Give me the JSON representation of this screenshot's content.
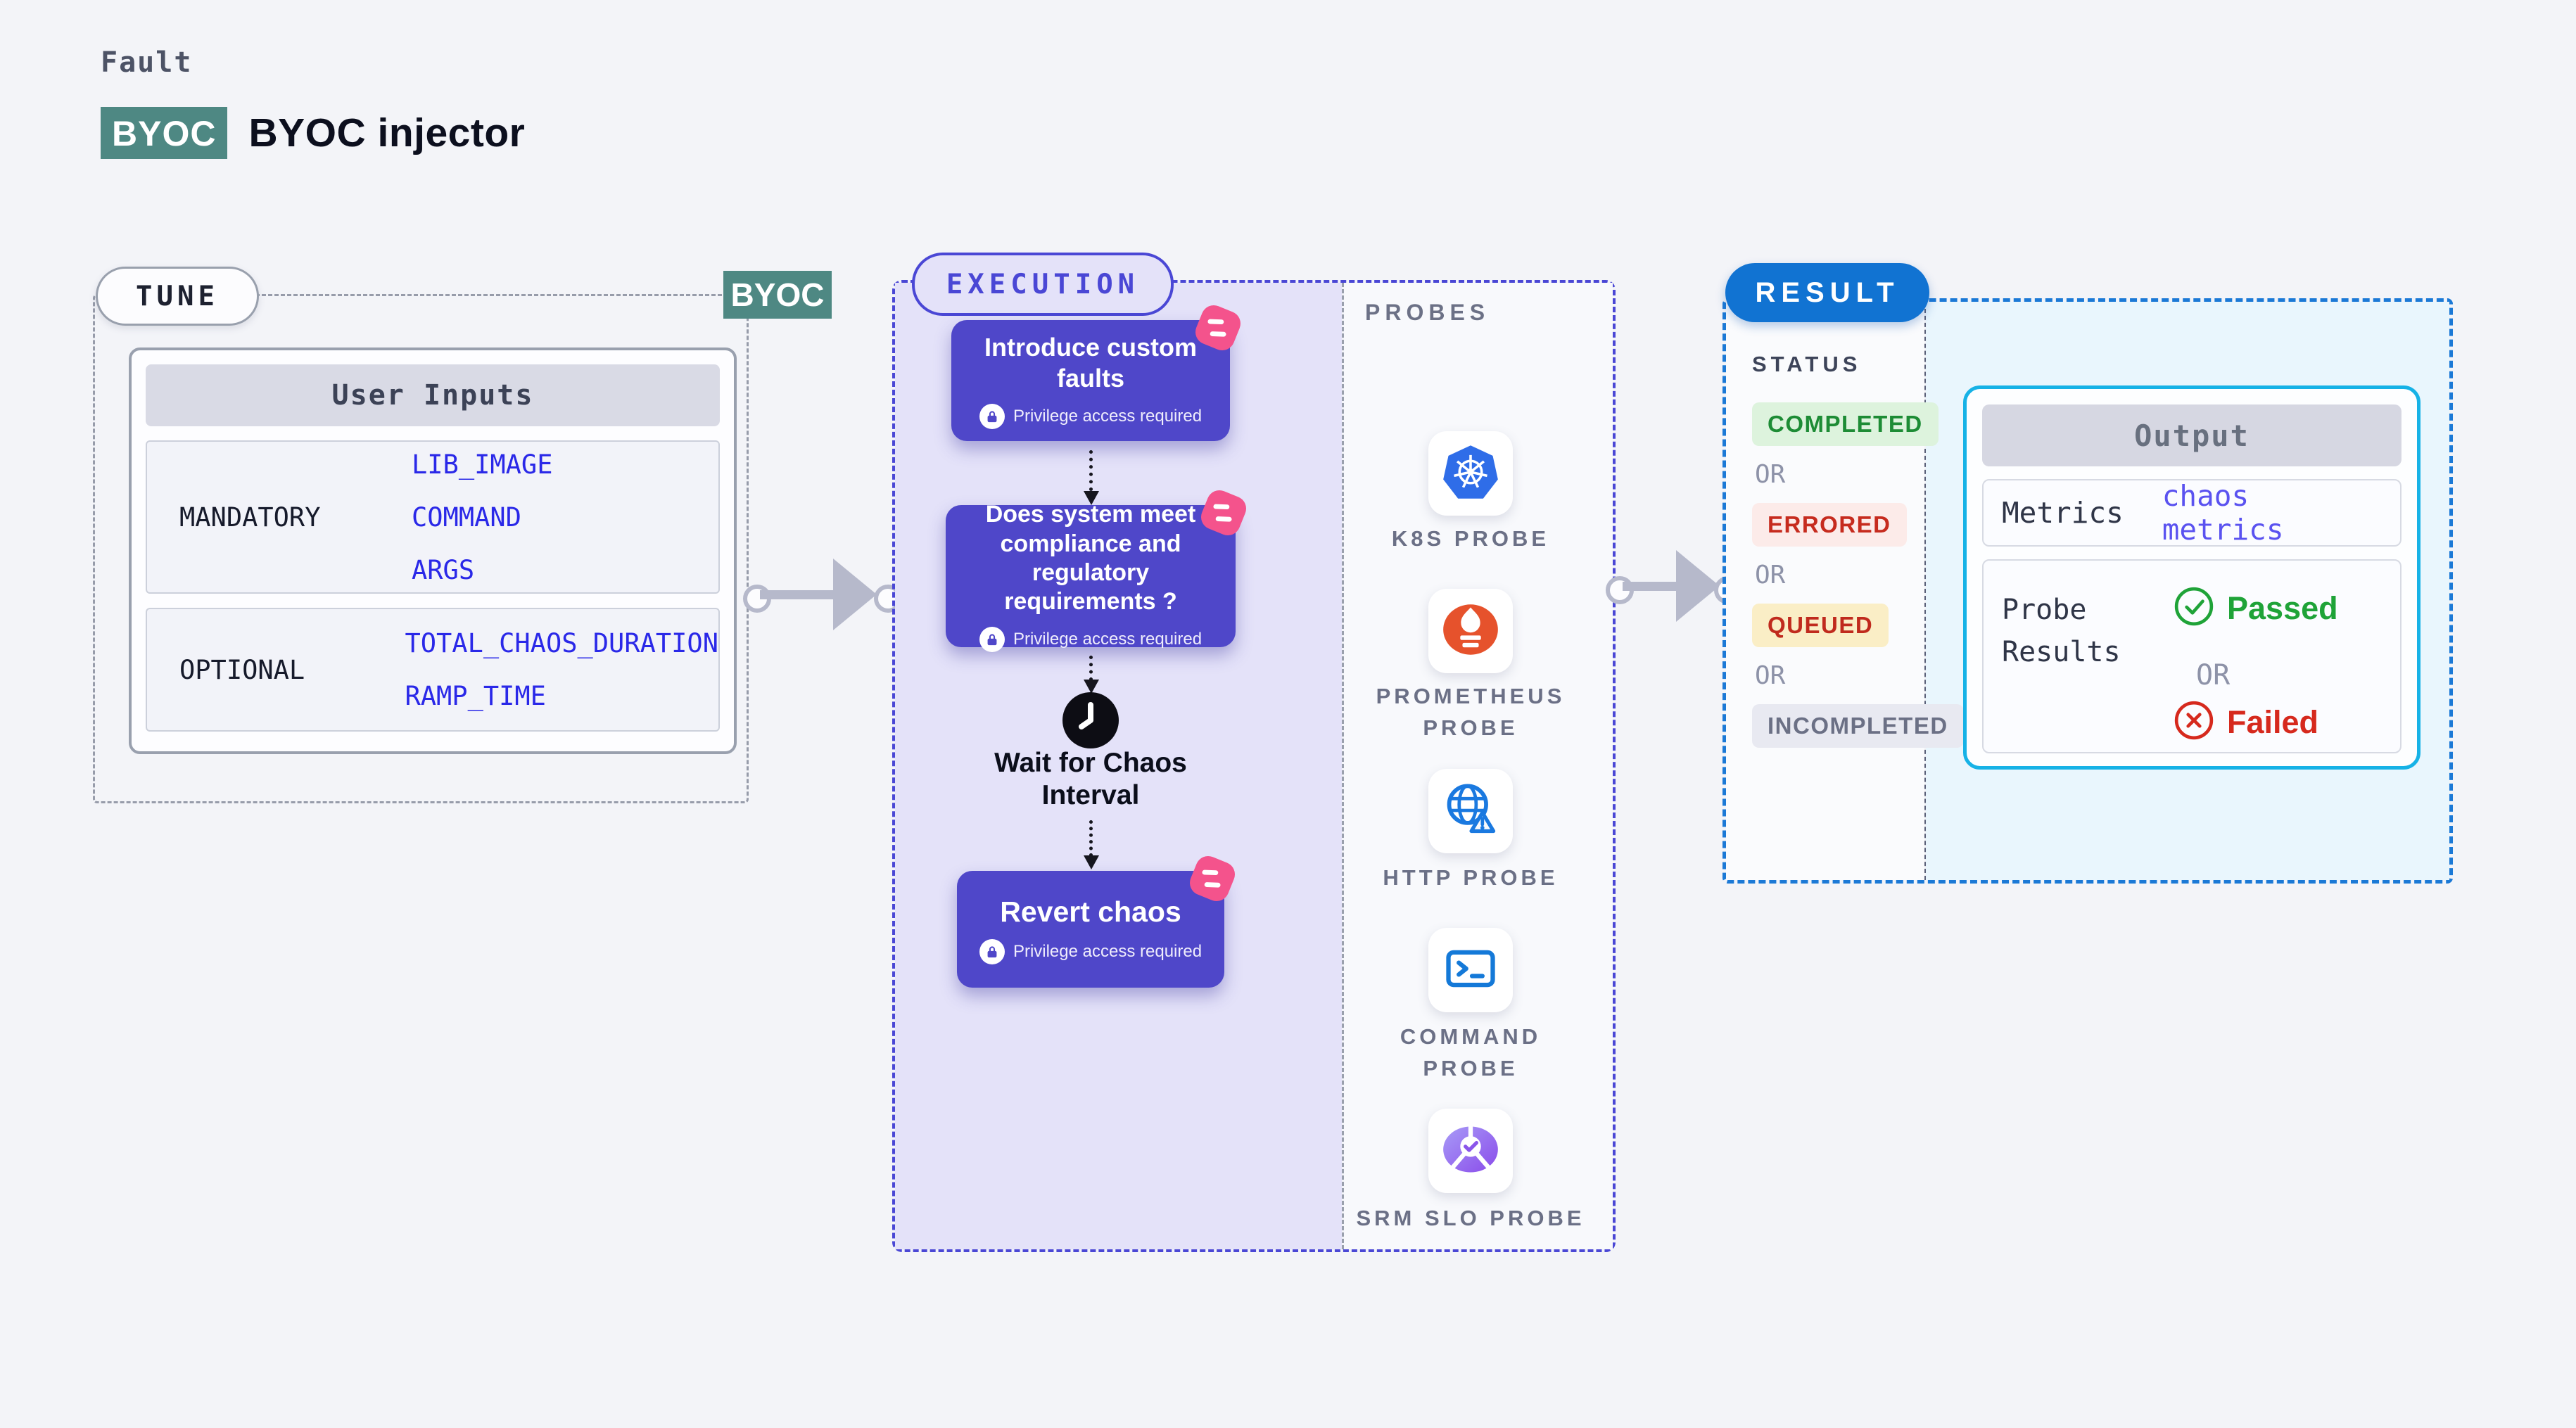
{
  "header": {
    "eyebrow": "Fault",
    "badge": "BYOC",
    "title": "BYOC injector"
  },
  "tune": {
    "label": "TUNE",
    "corner_badge": "BYOC",
    "card_title": "User Inputs",
    "rows": [
      {
        "name": "MANDATORY",
        "values": [
          "LIB_IMAGE",
          "COMMAND",
          "ARGS"
        ]
      },
      {
        "name": "OPTIONAL",
        "values": [
          "TOTAL_CHAOS_DURATION",
          "RAMP_TIME"
        ]
      }
    ]
  },
  "execution": {
    "label": "EXECUTION",
    "privilege_note": "Privilege access required",
    "nodes": [
      {
        "title": "Introduce custom faults"
      },
      {
        "title": "Does system meet compliance and regulatory requirements ?"
      },
      {
        "title": "Wait for Chaos Interval"
      },
      {
        "title": "Revert chaos"
      }
    ]
  },
  "probes": {
    "label": "PROBES",
    "items": [
      {
        "label": "K8S PROBE",
        "icon": "kubernetes-icon"
      },
      {
        "label": "PROMETHEUS PROBE",
        "icon": "prometheus-icon"
      },
      {
        "label": "HTTP PROBE",
        "icon": "http-globe-icon"
      },
      {
        "label": "COMMAND PROBE",
        "icon": "terminal-icon"
      },
      {
        "label": "SRM SLO PROBE",
        "icon": "slo-gauge-icon"
      }
    ]
  },
  "result": {
    "label": "RESULT",
    "status_label": "STATUS",
    "or_label": "OR",
    "statuses": [
      {
        "label": "COMPLETED",
        "color": "#1d8c35",
        "bg": "#ddf3dd"
      },
      {
        "label": "ERRORED",
        "color": "#c62b1e",
        "bg": "#fcebe9"
      },
      {
        "label": "QUEUED",
        "color": "#c02a1d",
        "bg": "#faeec6"
      },
      {
        "label": "INCOMPLETED",
        "color": "#6b7085",
        "bg": "#e8e9f1"
      }
    ],
    "output": {
      "title": "Output",
      "metrics_label": "Metrics",
      "metrics_value": "chaos metrics",
      "probe_results_label": "Probe Results",
      "passed_label": "Passed",
      "or_label": "OR",
      "failed_label": "Failed"
    }
  },
  "palette": {
    "teal_badge": "#4e8883",
    "indigo_border": "#4a47d5",
    "node_purple": "#4f47c9",
    "lavender_fill": "#e4e2f9",
    "result_blue": "#1173d2",
    "cyan_border": "#16b2e6",
    "cyan_fill": "#e9f6fd",
    "input_value_blue": "#2a28e8",
    "metrics_value_blue": "#5a52f0",
    "passed_green": "#1fa338",
    "failed_red": "#d6291d",
    "arrow_gray": "#b6b9cb",
    "fault_pink": "#f4538c"
  }
}
